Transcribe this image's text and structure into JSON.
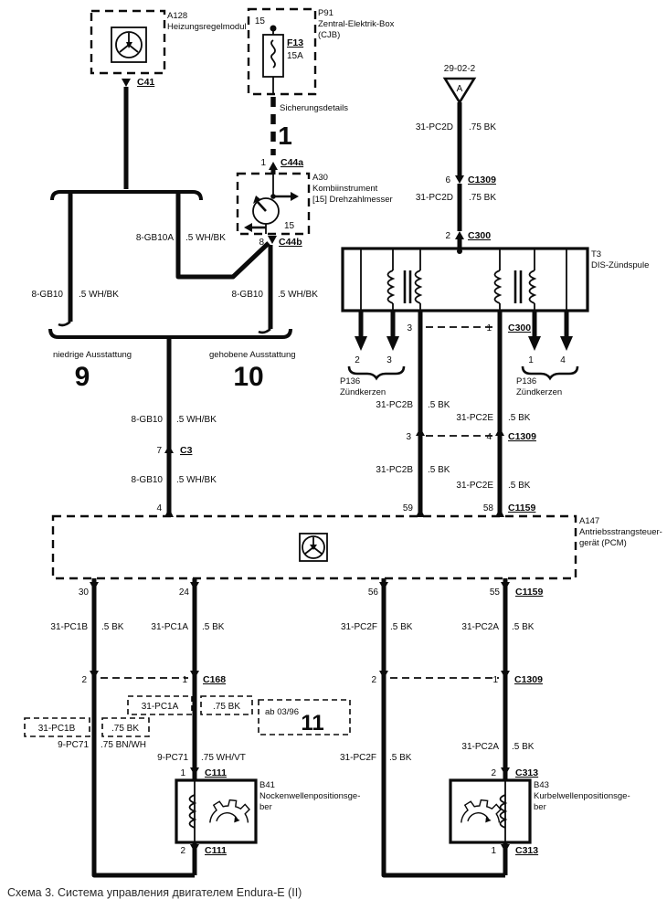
{
  "caption": "Схема 3. Система управления двигателем Endura-E (II)",
  "colors": {
    "wire": "#0b0b0b",
    "background": "#ffffff"
  },
  "modules": {
    "a128": {
      "id": "A128",
      "name": "Heizungsregelmodul"
    },
    "p91": {
      "id": "P91",
      "name_line1": "Zentral-Elektrik-Box",
      "name_line2": "(CJB)"
    },
    "a30": {
      "id": "A30",
      "name_line1": "Kombiinstrument",
      "name_line2": "[15] Drehzahlmesser",
      "inner_pin": "15"
    },
    "t3": {
      "id": "T3",
      "name": "DIS-Zündspule"
    },
    "pcm": {
      "id": "A147",
      "name_line1": "Antriebsstrangsteuer-",
      "name_line2": "gerät (PCM)"
    },
    "b41": {
      "id": "B41",
      "name_line1": "Nockenwellenpositionsge-",
      "name_line2": "ber"
    },
    "b43": {
      "id": "B43",
      "name_line1": "Kurbelwellenpositionsge-",
      "name_line2": "ber"
    },
    "plugs_left": {
      "id": "P136",
      "name": "Zündkerzen",
      "pin1": "2",
      "pin2": "3"
    },
    "plugs_right": {
      "id": "P136",
      "name": "Zündkerzen",
      "pin1": "1",
      "pin2": "4"
    }
  },
  "fuse": {
    "pin": "15",
    "id": "F13",
    "rating": "15A",
    "note": "Sicherungsdetails",
    "note_ref": "1"
  },
  "power_ref": {
    "label": "29-02-2",
    "letter": "A"
  },
  "variants": {
    "left": "niedrige Ausstattung",
    "left_ref": "9",
    "right": "gehobene Ausstattung",
    "right_ref": "10"
  },
  "note11": {
    "label": "ab 03/96",
    "ref": "11"
  },
  "option_boxes": {
    "pc1a": "31-PC1A",
    "pc1a_gauge": ".75 BK",
    "pc1b": "31-PC1B",
    "pc1b_gauge": ".75 BK"
  },
  "connectors": {
    "c41": {
      "conn": "C41"
    },
    "c44a": {
      "pin": "1",
      "conn": "C44a"
    },
    "c44b": {
      "pin": "8",
      "conn": "C44b"
    },
    "c1309_top": {
      "pin": "6",
      "conn": "C1309"
    },
    "c300_top": {
      "pin": "2",
      "conn": "C300"
    },
    "c300_bottom": {
      "pin_left": "3",
      "pin_right": "1",
      "conn": "C300"
    },
    "c3": {
      "pin": "7",
      "conn": "C3"
    },
    "c1309_mid": {
      "pin_left": "3",
      "pin_right": "4",
      "conn": "C1309"
    },
    "pcm_top": {
      "pin_center": "4",
      "pin_left": "59",
      "pin_right": "58",
      "conn": "C1159"
    },
    "pcm_bottom": {
      "pin1": "30",
      "pin2": "24",
      "pin3": "56",
      "pin4": "55",
      "conn": "C1159"
    },
    "c168": {
      "pin_left": "2",
      "pin_right": "1",
      "conn": "C168"
    },
    "c1309_bottom": {
      "pin_left": "2",
      "pin_right": "1",
      "conn": "C1309"
    },
    "c111_top": {
      "pin": "1",
      "conn": "C111"
    },
    "c111_bottom": {
      "pin": "2",
      "conn": "C111"
    },
    "c313_top": {
      "pin": "2",
      "conn": "C313"
    },
    "c313_bottom": {
      "pin": "1",
      "conn": "C313"
    }
  },
  "wires": {
    "gb10a": {
      "circuit": "8-GB10A",
      "gauge": ".5 WH/BK"
    },
    "gb10_left": {
      "circuit": "8-GB10",
      "gauge": ".5 WH/BK"
    },
    "gb10_right": {
      "circuit": "8-GB10",
      "gauge": ".5 WH/BK"
    },
    "gb10_mid1": {
      "circuit": "8-GB10",
      "gauge": ".5 WH/BK"
    },
    "gb10_mid2": {
      "circuit": "8-GB10",
      "gauge": ".5 WH/BK"
    },
    "pc2d_1": {
      "circuit": "31-PC2D",
      "gauge": ".75 BK"
    },
    "pc2d_2": {
      "circuit": "31-PC2D",
      "gauge": ".75 BK"
    },
    "pc2b_1": {
      "circuit": "31-PC2B",
      "gauge": ".5 BK"
    },
    "pc2e_1": {
      "circuit": "31-PC2E",
      "gauge": ".5 BK"
    },
    "pc2b_2": {
      "circuit": "31-PC2B",
      "gauge": ".5 BK"
    },
    "pc2e_2": {
      "circuit": "31-PC2E",
      "gauge": ".5 BK"
    },
    "pc1b": {
      "circuit": "31-PC1B",
      "gauge": ".5 BK"
    },
    "pc1a": {
      "circuit": "31-PC1A",
      "gauge": ".5 BK"
    },
    "pc71_left": {
      "circuit": "9-PC71",
      "gauge": ".75 BN/WH"
    },
    "pc71_right": {
      "circuit": "9-PC71",
      "gauge": ".75 WH/VT"
    },
    "pc2f_1": {
      "circuit": "31-PC2F",
      "gauge": ".5 BK"
    },
    "pc2a_1": {
      "circuit": "31-PC2A",
      "gauge": ".5 BK"
    },
    "pc2a_2": {
      "circuit": "31-PC2A",
      "gauge": ".5 BK"
    },
    "pc2f_2": {
      "circuit": "31-PC2F",
      "gauge": ".5 BK"
    }
  }
}
